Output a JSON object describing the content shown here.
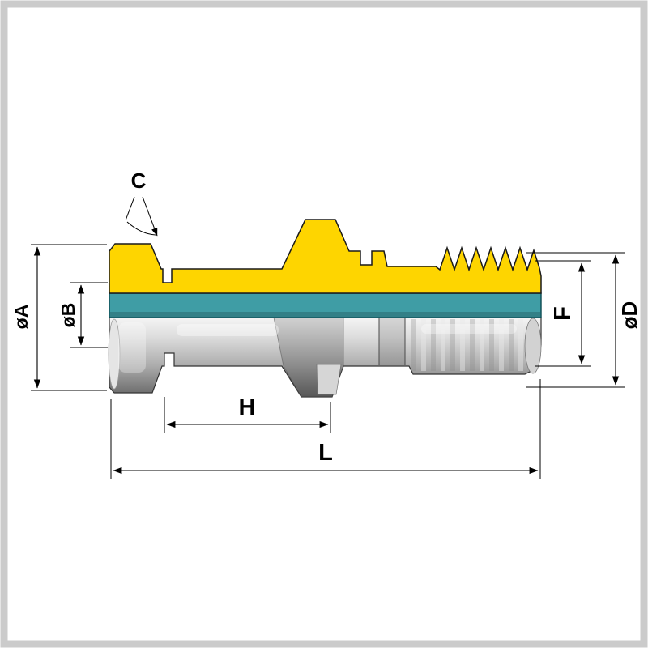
{
  "diagram": {
    "kind": "technical-dimension-drawing",
    "labels": {
      "chamfer": "C",
      "dia_a": "øA",
      "dia_b": "øB",
      "flat": "F",
      "dia_d": "øD",
      "height": "H",
      "length": "L"
    },
    "colors": {
      "body_yellow": "#fed500",
      "seal_teal": "#3f9da5",
      "seal_teal_edge": "#0c4a50",
      "metal_light": "#f5f5f5",
      "metal_dark": "#666666",
      "outline": "#000000",
      "frame": "#cbcbcb",
      "background": "#ffffff"
    }
  }
}
